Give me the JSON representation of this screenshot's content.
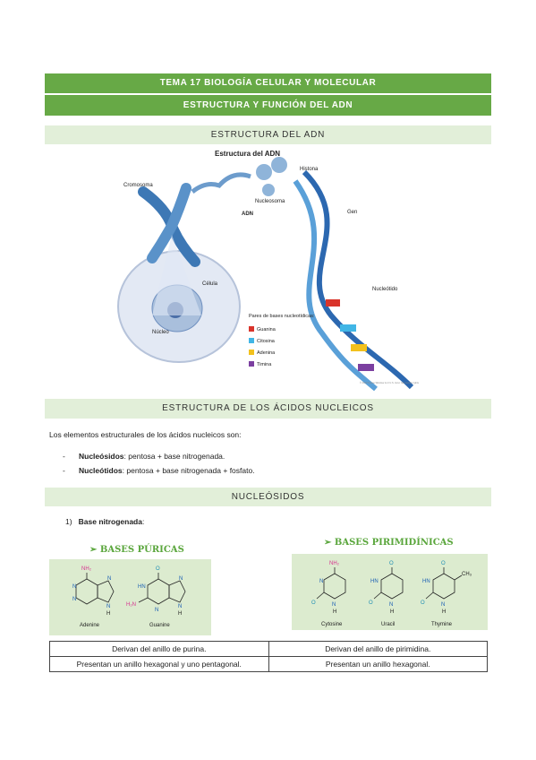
{
  "header": {
    "title": "TEMA 17 BIOLOGÍA CELULAR Y MOLECULAR",
    "subtitle": "ESTRUCTURA Y FUNCIÓN DEL ADN"
  },
  "sections": {
    "adn_structure": "ESTRUCTURA DEL ADN",
    "nucleic_acids": "ESTRUCTURA DE LOS ÁCIDOS NUCLEICOS",
    "nucleosides": "NUCLEÓSIDOS"
  },
  "figure": {
    "title": "Estructura del ADN",
    "labels": {
      "histona": "Histona",
      "cromosoma": "Cromosoma",
      "nucleosoma": "Nucleosoma",
      "adn": "ADN",
      "gen": "Gen",
      "celula": "Célula",
      "nucleo": "Núcleo",
      "nucleotido": "Nucleótido"
    },
    "legend_title": "Pares de bases nucleotídicas:",
    "legend": [
      {
        "label": "Guanina",
        "color": "#d9342b"
      },
      {
        "label": "Citosina",
        "color": "#41b6e6"
      },
      {
        "label": "Adenina",
        "color": "#f2c11d"
      },
      {
        "label": "Timina",
        "color": "#7b3fa0"
      }
    ],
    "credit": "© 2013 Terese Winslow LLC U.S. Govt. has certain rights"
  },
  "intro": "Los elementos estructurales de los ácidos nucleicos son:",
  "list": [
    {
      "dash": "-",
      "term": "Nucleósidos",
      "text": ": pentosa + base nitrogenada."
    },
    {
      "dash": "-",
      "term": "Nucleótidos",
      "text": ": pentosa + base nitrogenada + fosfato."
    }
  ],
  "subheading": {
    "number": "1)",
    "term": "Base nitrogenada",
    "suffix": ":"
  },
  "purines": {
    "title": "➢ BASES PÚRICAS",
    "molecules": [
      "Adenine",
      "Guanine"
    ],
    "groups": {
      "nh2": "NH₂",
      "h2n": "H₂N",
      "o": "O",
      "h": "H",
      "hn": "HN",
      "n": "N"
    }
  },
  "pyrimidines": {
    "title": "➢ BASES PIRIMIDÍNICAS",
    "molecules": [
      "Cytosine",
      "Uracil",
      "Thymine"
    ],
    "groups": {
      "nh2": "NH₂",
      "o": "O",
      "h": "H",
      "hn": "HN",
      "n": "N",
      "ch3": "CH₃"
    }
  },
  "table": [
    [
      "Derivan del anillo de purina.",
      "Derivan del anillo de pirimidina."
    ],
    [
      "Presentan un anillo hexagonal y uno pentagonal.",
      "Presentan un anillo hexagonal."
    ]
  ],
  "colors": {
    "dark_band": "#67a946",
    "light_band": "#e2efd9",
    "panel": "#dcebcf",
    "title_green": "#5aa63c",
    "heteroatom_blue": "#1a5fb4",
    "amine_pink": "#d6338f",
    "oxygen_teal": "#1f8fb4"
  }
}
